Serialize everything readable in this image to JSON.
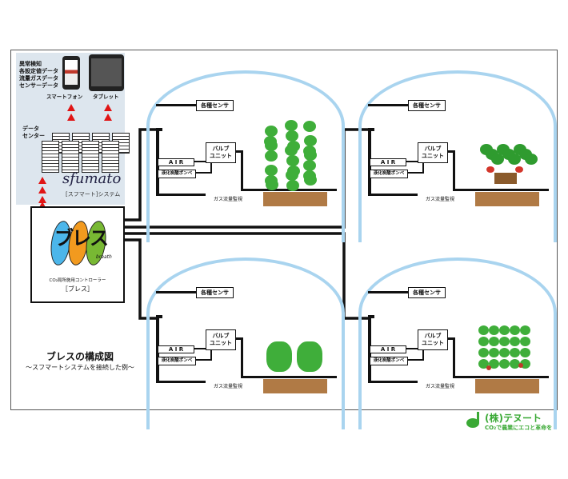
{
  "cloud": {
    "data_list": [
      "異常検知",
      "各設定値データ",
      "流量ガスデータ",
      "センサーデータ"
    ],
    "smartphone": "スマートフォン",
    "tablet": "タブレット",
    "datacenter": "データ\nセンター",
    "sfumato_logo": "sfumato",
    "system_label": "[スフマート]システム"
  },
  "controller": {
    "logo_text": "ブレス",
    "logo_sub": "breath",
    "desc": "CO₂局所施用コントローラー",
    "name": "［ブレス］"
  },
  "caption": {
    "title": "ブレスの構成図",
    "subtitle": "～スフマートシステムを接続した例～"
  },
  "greenhouse": {
    "sensor": "各種センサ",
    "valve": "バルブ\nユニット",
    "air": "A I R",
    "cylinder": "液化炭酸ボンベ",
    "gas_monitor": "ガス流量監視"
  },
  "plants": [
    "tomato",
    "strawberry",
    "lettuce",
    "tomato-bush"
  ],
  "company": {
    "name": "(株)テヌート",
    "slogan": "CO₂で農業にエコと革命を",
    "color": "#3aa935"
  }
}
